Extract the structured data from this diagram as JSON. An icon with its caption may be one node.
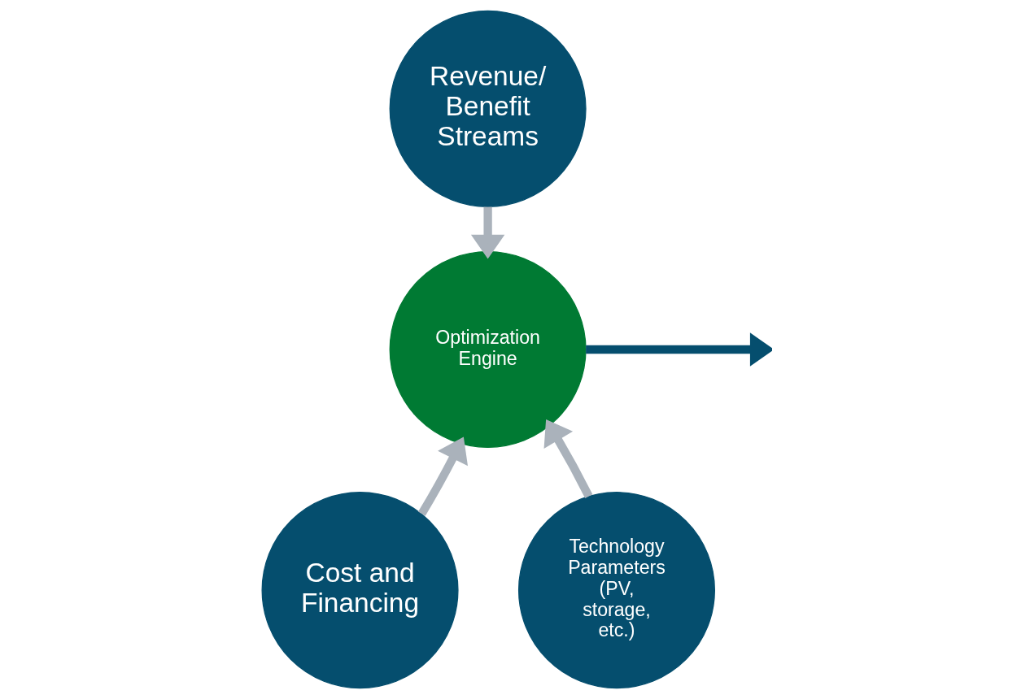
{
  "diagram": {
    "nodes": [
      {
        "text": [
          "Revenue/ Benefit Streams"
        ]
      },
      {
        "text": [
          "Optimization Engine"
        ]
      },
      {
        "text": [
          "Cost and Financing"
        ]
      },
      {
        "text": [
          "Technology Parameters (PV, storage, etc.)"
        ]
      }
    ],
    "edges": [
      {
        "from": 0,
        "to": 1,
        "arrow": "to"
      },
      {
        "from": 2,
        "to": 1,
        "arrow": "to"
      },
      {
        "from": 3,
        "to": 1,
        "arrow": "to"
      },
      {
        "from": 1,
        "to": null,
        "arrow": "to",
        "color": "#054e6e"
      }
    ]
  }
}
